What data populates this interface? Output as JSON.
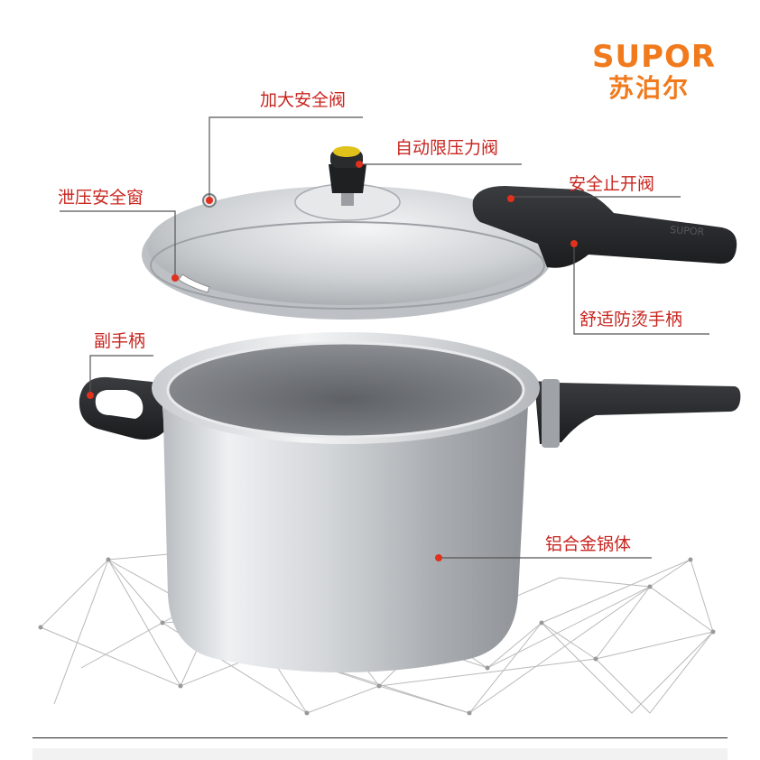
{
  "brand": {
    "latin": "SUPOR",
    "chinese": "苏泊尔",
    "color": "#f07a1c"
  },
  "labels": {
    "large_safety_valve": "加大安全阀",
    "auto_pressure_limit_valve": "自动限压力阀",
    "safety_open_stop_valve": "安全止开阀",
    "pressure_release_window": "泄压安全窗",
    "comfort_anti_scald_handle": "舒适防烫手柄",
    "auxiliary_handle": "副手柄",
    "aluminum_alloy_body": "铝合金锅体"
  },
  "handle_embossed_text": "SUPOR",
  "colors": {
    "label_text": "#c8251f",
    "callout_line": "#555555",
    "callout_dot": "#e0301e"
  }
}
